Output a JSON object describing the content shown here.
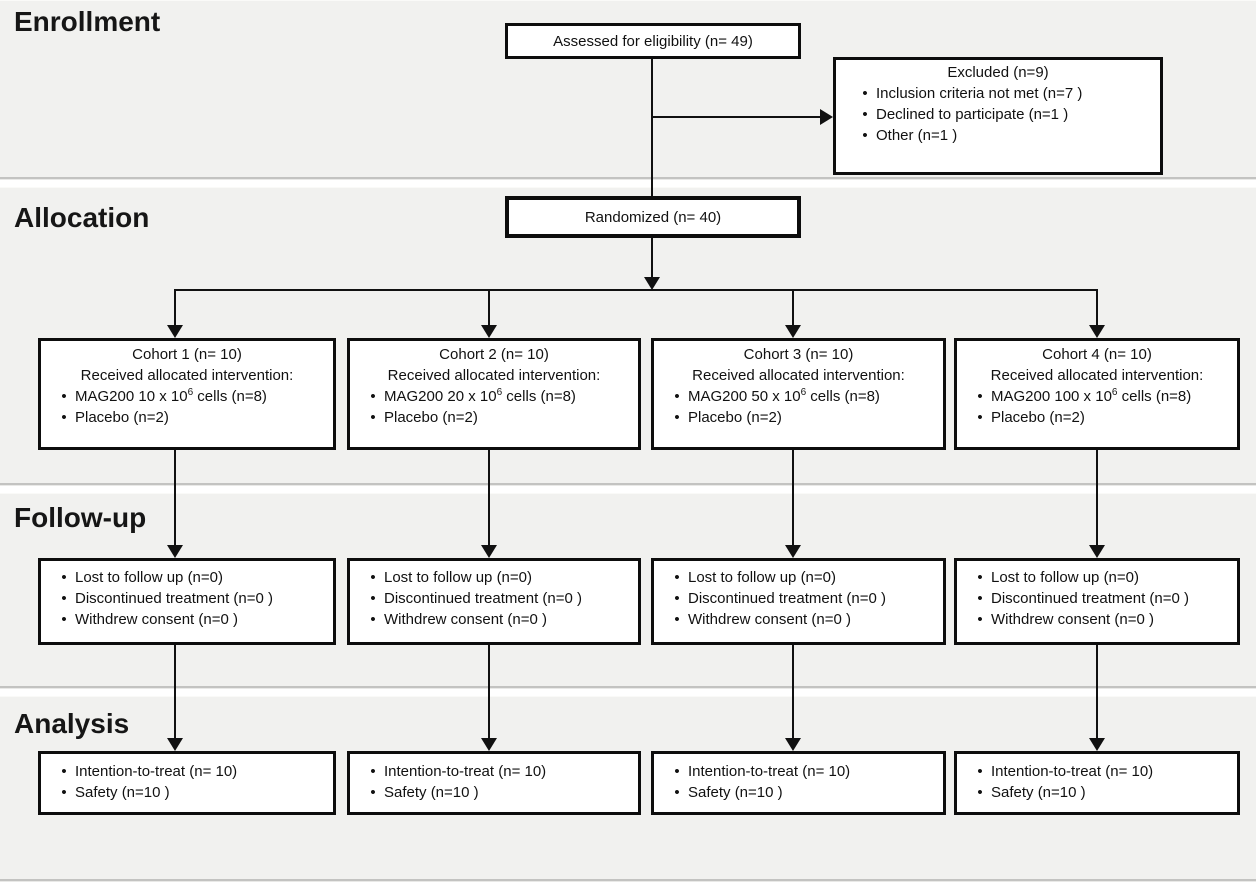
{
  "sections": {
    "enrollment": "Enrollment",
    "allocation": "Allocation",
    "followup": "Follow-up",
    "analysis": "Analysis"
  },
  "boxes": {
    "assessed": {
      "text": "Assessed for eligibility (n= 49)"
    },
    "excluded": {
      "title": "Excluded (n=9)",
      "items": [
        "Inclusion criteria not met (n=7 )",
        "Declined to participate (n=1 )",
        "Other (n=1 )"
      ]
    },
    "randomized": {
      "text": "Randomized (n= 40)"
    },
    "cohorts": [
      {
        "title": "Cohort 1 (n= 10)",
        "subtitle": "Received allocated intervention:",
        "dose_prefix": "MAG200 10 x 10",
        "dose_sup": "6",
        "dose_suffix": " cells (n=8)",
        "placebo": "Placebo (n=2)"
      },
      {
        "title": "Cohort 2 (n= 10)",
        "subtitle": "Received allocated intervention:",
        "dose_prefix": "MAG200 20 x 10",
        "dose_sup": "6",
        "dose_suffix": " cells (n=8)",
        "placebo": "Placebo (n=2)"
      },
      {
        "title": "Cohort 3 (n= 10)",
        "subtitle": "Received allocated intervention:",
        "dose_prefix": "MAG200 50 x 10",
        "dose_sup": "6",
        "dose_suffix": " cells (n=8)",
        "placebo": "Placebo (n=2)"
      },
      {
        "title": "Cohort 4 (n= 10)",
        "subtitle": "Received allocated intervention:",
        "dose_prefix": "MAG200 100 x 10",
        "dose_sup": "6",
        "dose_suffix": " cells (n=8)",
        "placebo": "Placebo (n=2)"
      }
    ],
    "followup_items": [
      "Lost to follow up (n=0)",
      "Discontinued treatment (n=0 )",
      "Withdrew consent (n=0 )"
    ],
    "analysis_items": [
      "Intention-to-treat (n= 10)",
      "Safety (n=10 )"
    ]
  },
  "colors": {
    "band_background": "#f1f1ef",
    "box_border": "#0d0d0d",
    "arrow": "#111111",
    "text": "#1a1a1a"
  }
}
